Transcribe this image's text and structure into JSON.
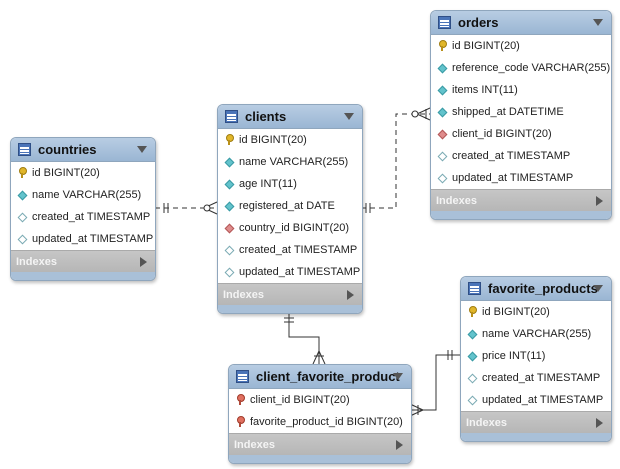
{
  "indexes_label": "Indexes",
  "tables": [
    {
      "id": "countries",
      "name": "countries",
      "columns": [
        {
          "text": "id BIGINT(20)",
          "kind": "pk"
        },
        {
          "text": "name VARCHAR(255)",
          "kind": "filled"
        },
        {
          "text": "created_at TIMESTAMP",
          "kind": "hollow"
        },
        {
          "text": "updated_at TIMESTAMP",
          "kind": "hollow"
        }
      ]
    },
    {
      "id": "clients",
      "name": "clients",
      "columns": [
        {
          "text": "id BIGINT(20)",
          "kind": "pk"
        },
        {
          "text": "name VARCHAR(255)",
          "kind": "filled"
        },
        {
          "text": "age INT(11)",
          "kind": "filled"
        },
        {
          "text": "registered_at DATE",
          "kind": "filled"
        },
        {
          "text": "country_id BIGINT(20)",
          "kind": "fk"
        },
        {
          "text": "created_at TIMESTAMP",
          "kind": "hollow"
        },
        {
          "text": "updated_at TIMESTAMP",
          "kind": "hollow"
        }
      ]
    },
    {
      "id": "orders",
      "name": "orders",
      "columns": [
        {
          "text": "id BIGINT(20)",
          "kind": "pk"
        },
        {
          "text": "reference_code VARCHAR(255)",
          "kind": "filled"
        },
        {
          "text": "items INT(11)",
          "kind": "filled"
        },
        {
          "text": "shipped_at DATETIME",
          "kind": "filled"
        },
        {
          "text": "client_id BIGINT(20)",
          "kind": "fk"
        },
        {
          "text": "created_at TIMESTAMP",
          "kind": "hollow"
        },
        {
          "text": "updated_at TIMESTAMP",
          "kind": "hollow"
        }
      ]
    },
    {
      "id": "client_favorite_product",
      "name": "client_favorite_product",
      "columns": [
        {
          "text": "client_id BIGINT(20)",
          "kind": "pkfk"
        },
        {
          "text": "favorite_product_id BIGINT(20)",
          "kind": "pkfk"
        }
      ]
    },
    {
      "id": "favorite_products",
      "name": "favorite_products",
      "columns": [
        {
          "text": "id BIGINT(20)",
          "kind": "pk"
        },
        {
          "text": "name VARCHAR(255)",
          "kind": "filled"
        },
        {
          "text": "price INT(11)",
          "kind": "filled"
        },
        {
          "text": "created_at TIMESTAMP",
          "kind": "hollow"
        },
        {
          "text": "updated_at TIMESTAMP",
          "kind": "hollow"
        }
      ]
    }
  ]
}
